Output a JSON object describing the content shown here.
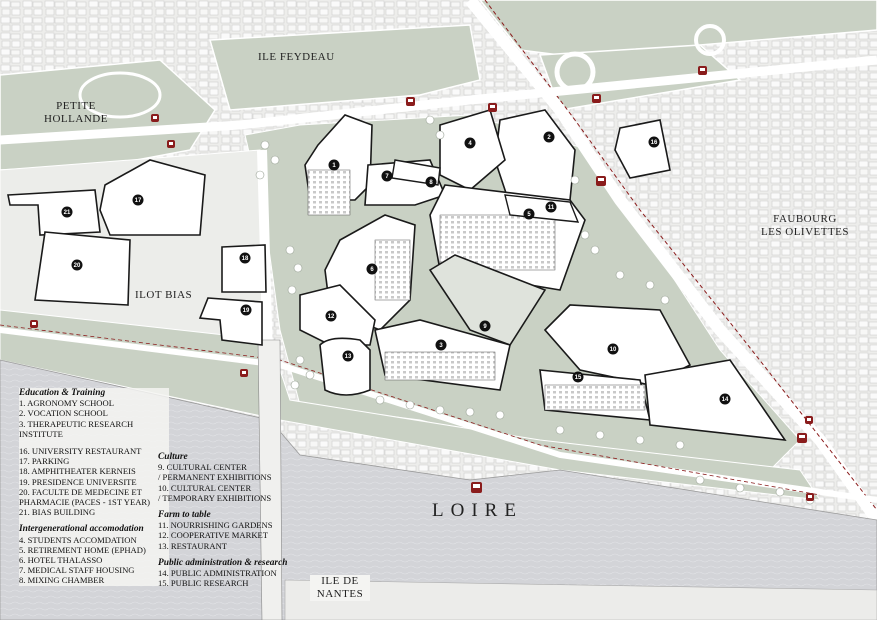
{
  "places": {
    "ile_feydeau": "ILE FEYDEAU",
    "petite_hollande_1": "PETITE",
    "petite_hollande_2": "HOLLANDE",
    "faubourg_1": "FAUBOURG",
    "faubourg_2": "LES OLIVETTES",
    "ilot_bias": "ILOT BIAS",
    "ile_de_nantes_1": "ILE DE",
    "ile_de_nantes_2": "NANTES",
    "loire": "LOIRE"
  },
  "legend": {
    "education": {
      "title": "Education & Training",
      "items": [
        "1. AGRONOMY SCHOOL",
        "2. VOCATION SCHOOL",
        "3. THERAPEUTIC RESEARCH",
        "INSTITUTE"
      ]
    },
    "university": {
      "items": [
        "16. UNIVERSITY RESTAURANT",
        "17. PARKING",
        "18. AMPHITHEATER KERNEIS",
        "19. PRESIDENCE UNIVERSITE",
        "20. FACULTE DE MEDECINE ET",
        "PHARMACIE (PACES - 1ST YEAR)",
        "21. BIAS BUILDING"
      ]
    },
    "housing": {
      "title": "Intergenerational accomodation",
      "items": [
        "4. STUDENTS ACCOMDATION",
        "5. RETIREMENT HOME (EPHAD)",
        "6. HOTEL THALASSO",
        "7. MEDICAL STAFF HOUSING",
        "8. MIXING CHAMBER"
      ]
    },
    "culture": {
      "title": "Culture",
      "items": [
        "9. CULTURAL CENTER",
        "/ PERMANENT EXHIBITIONS",
        "10. CULTURAL CENTER",
        "/ TEMPORARY EXHIBITIONS"
      ]
    },
    "farm": {
      "title": "Farm to table",
      "items": [
        "11. NOURRISHING GARDENS",
        "12. COOPERATIVE MARKET",
        "13. RESTAURANT"
      ]
    },
    "public": {
      "title": "Public administration & research",
      "items": [
        "14. PUBLIC ADMINISTRATION",
        "15. PUBLIC RESEARCH"
      ]
    }
  },
  "building_numbers": [
    "1",
    "2",
    "3",
    "4",
    "5",
    "6",
    "7",
    "8",
    "9",
    "10",
    "11",
    "12",
    "13",
    "14",
    "15",
    "16",
    "17",
    "18",
    "19",
    "20",
    "21"
  ],
  "colors": {
    "background": "#f4f4f2",
    "green_space": "#c9d1c4",
    "river": "#d2d3d7",
    "building": "#ffffff",
    "outline": "#1a1a1a",
    "transit_marker": "#8a1c1c"
  },
  "icons": [
    "tram-stop-icon"
  ]
}
